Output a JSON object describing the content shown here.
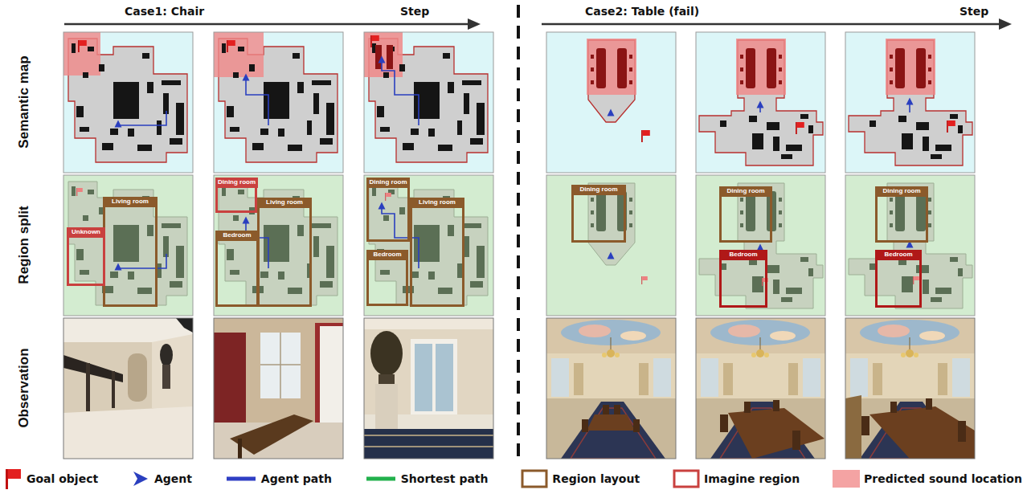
{
  "diagram": {
    "nodes": [
      {
        "text": [
          "Living room"
        ]
      },
      {
        "text": [
          "Unknown"
        ]
      },
      {
        "text": [
          "Dining room"
        ]
      },
      {
        "text": [
          "Living room"
        ]
      },
      {
        "text": [
          "Bedroom"
        ]
      },
      {
        "text": [
          "Dining room"
        ]
      },
      {
        "text": [
          "Bedroom"
        ]
      },
      {
        "text": [
          "Living room"
        ]
      },
      {
        "text": [
          "Dining room"
        ]
      },
      {
        "text": [
          "Dining room"
        ]
      },
      {
        "text": [
          "Bedroom"
        ]
      },
      {
        "text": [
          "Dining room"
        ]
      },
      {
        "text": [
          "Bedroom"
        ]
      }
    ],
    "edges": [],
    "labels": [
      "Case1: Chair",
      "Step",
      "Case2: Table (fail)",
      "Step",
      "Semantic map",
      "Region split",
      "Observation"
    ],
    "legend": [
      {
        "text": "Goal object"
      },
      {
        "text": "Agent"
      },
      {
        "text": "Agent path"
      },
      {
        "text": "Shortest path"
      },
      {
        "text": "Region layout"
      },
      {
        "text": "Imagine region"
      },
      {
        "text": "Predicted sound location",
        "color": "#f4a3a3"
      }
    ]
  }
}
